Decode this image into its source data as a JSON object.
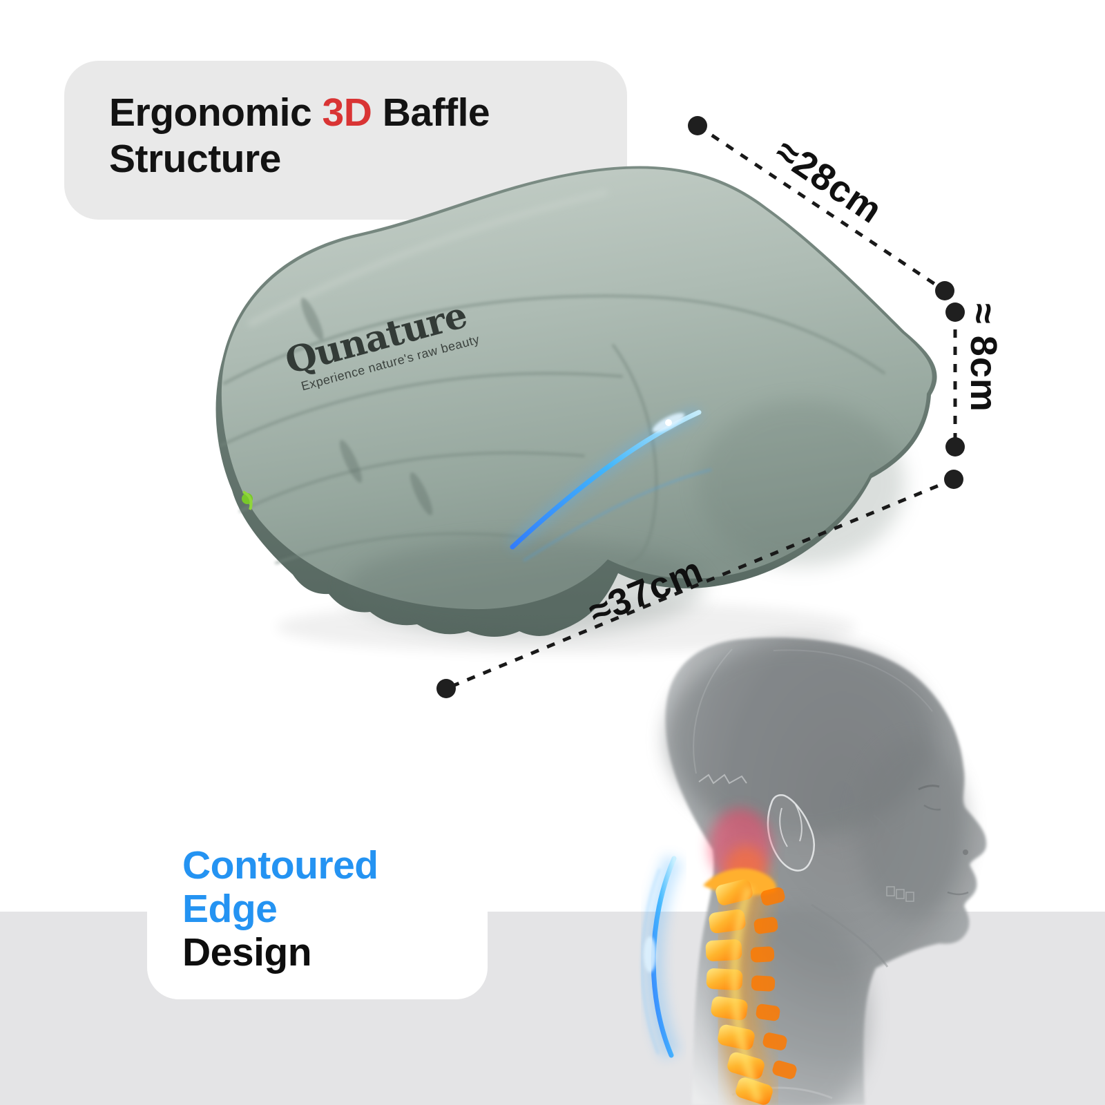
{
  "title_card": {
    "pre": "Ergonomic",
    "accent": "3D",
    "post": "Baffle",
    "line2": "Structure"
  },
  "brand": {
    "name": "Qunature",
    "tagline": "Experience nature's raw beauty"
  },
  "dimensions": {
    "top": "≈28cm",
    "side": "≈ 8cm",
    "bottom": "≈37cm"
  },
  "feature": {
    "line1": "Contoured",
    "line2": "Edge",
    "line3": "Design"
  },
  "colors": {
    "accent_red": "#d93434",
    "accent_blue": "#2493f2",
    "pillow_sage": "#a9b7ae",
    "pillow_gusset": "#5f7069",
    "band_gray": "#e4e4e6",
    "card_gray": "#e9e9e9",
    "dimension_ink": "#101010",
    "spine_glow_orange": "#ff8800",
    "contour_arc_blue": "#2fa7ff"
  }
}
